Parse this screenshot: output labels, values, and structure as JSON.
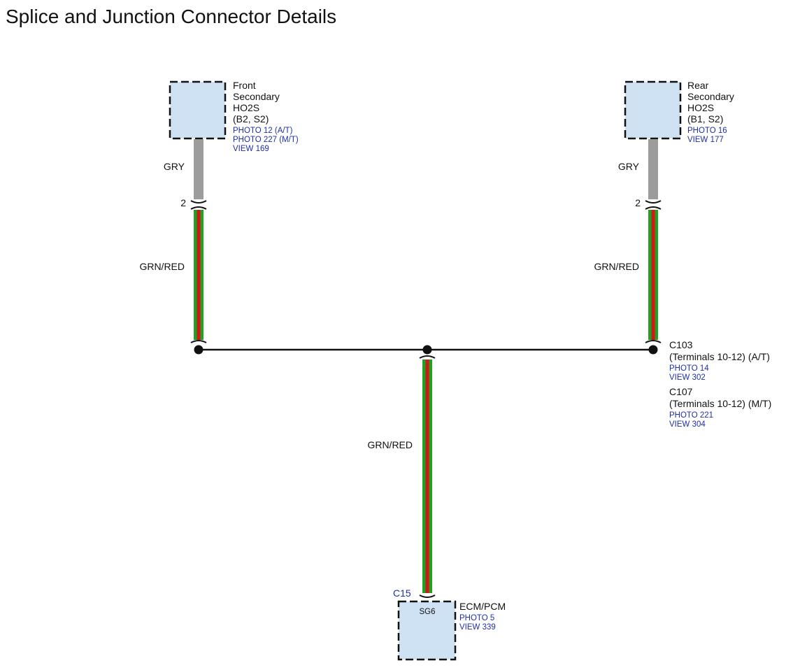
{
  "title": "Splice and Junction Connector Details",
  "colors": {
    "component_fill": "#cfe2f3",
    "gry_wire": "#9c9c9c",
    "green": "#21a021",
    "red": "#d01a1a",
    "link_blue": "#1f2fa8",
    "text": "#111111"
  },
  "components": {
    "front_ho2s": {
      "name_lines": [
        "Front",
        "Secondary",
        "HO2S",
        "(B2, S2)"
      ],
      "refs": [
        "PHOTO 12 (A/T)",
        "PHOTO 227 (M/T)",
        "VIEW 169"
      ],
      "pin": "2",
      "wire_top": "GRY",
      "wire_bottom": "GRN/RED"
    },
    "rear_ho2s": {
      "name_lines": [
        "Rear",
        "Secondary",
        "HO2S",
        "(B1, S2)"
      ],
      "refs": [
        "PHOTO 16",
        "VIEW 177"
      ],
      "pin": "2",
      "wire_top": "GRY",
      "wire_bottom": "GRN/RED"
    },
    "junction": {
      "c103": {
        "name": "C103",
        "terminals": "(Terminals 10-12) (A/T)",
        "refs": [
          "PHOTO 14",
          "VIEW 302"
        ]
      },
      "c107": {
        "name": "C107",
        "terminals": "(Terminals 10-12) (M/T)",
        "refs": [
          "PHOTO 221",
          "VIEW 304"
        ]
      }
    },
    "center_wire": {
      "label": "GRN/RED"
    },
    "ecm": {
      "connector": "C15",
      "pin": "SG6",
      "name": "ECM/PCM",
      "refs": [
        "PHOTO 5",
        "VIEW 339"
      ]
    }
  }
}
